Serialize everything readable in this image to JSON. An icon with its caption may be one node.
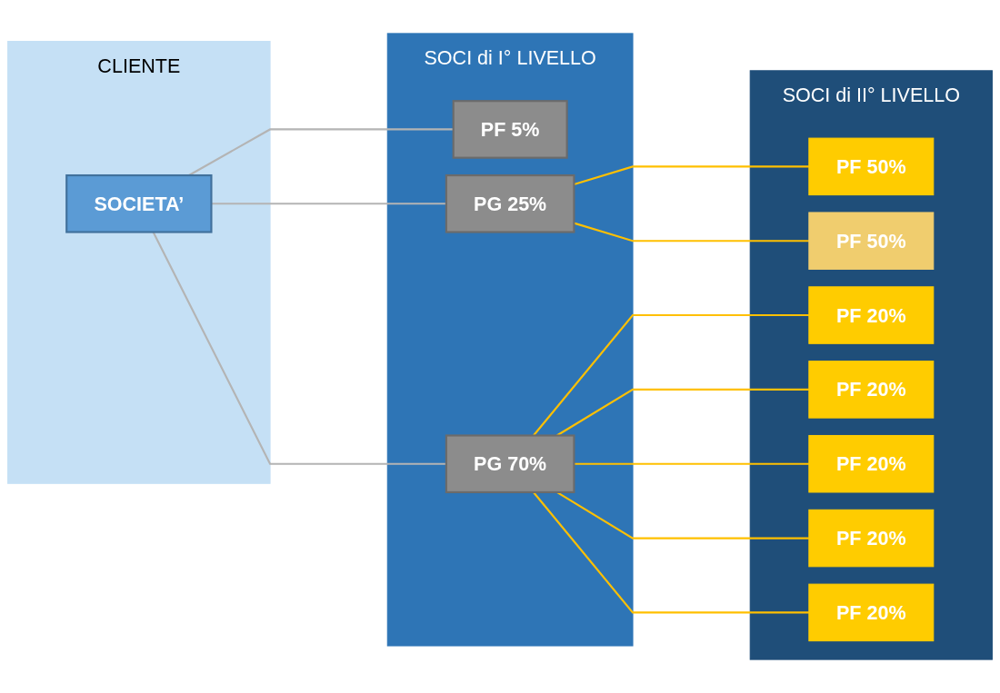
{
  "diagram": {
    "nodes": [
      {
        "text": [
          "CLIENTE"
        ]
      },
      {
        "text": [
          "SOCIETA’"
        ],
        "in": 0
      },
      {
        "text": [
          "SOCI di I° LIVELLO"
        ]
      },
      {
        "text": [
          "PF 5%"
        ],
        "in": 2
      },
      {
        "text": [
          "PG 25%"
        ],
        "in": 2
      },
      {
        "text": [
          "PG 70%"
        ],
        "in": 2
      },
      {
        "text": [
          "SOCI di II° LIVELLO"
        ]
      },
      {
        "text": [
          "PF 50%"
        ],
        "in": 6
      },
      {
        "text": [
          "PF 50%"
        ],
        "in": 6
      },
      {
        "text": [
          "PF 20%"
        ],
        "in": 6
      },
      {
        "text": [
          "PF 20%"
        ],
        "in": 6
      },
      {
        "text": [
          "PF 20%"
        ],
        "in": 6
      },
      {
        "text": [
          "PF 20%"
        ],
        "in": 6
      },
      {
        "text": [
          "PF 20%"
        ],
        "in": 6
      }
    ],
    "edges": [
      {
        "from": 1,
        "to": 3,
        "arrow": "none",
        "color": "#b4b4b4"
      },
      {
        "from": 1,
        "to": 4,
        "arrow": "none",
        "color": "#b4b4b4"
      },
      {
        "from": 1,
        "to": 5,
        "arrow": "none",
        "color": "#b4b4b4"
      },
      {
        "from": 4,
        "to": 7,
        "arrow": "none"
      },
      {
        "from": 4,
        "to": 8,
        "arrow": "none"
      },
      {
        "from": 5,
        "to": 9,
        "arrow": "none"
      },
      {
        "from": 5,
        "to": 10,
        "arrow": "none"
      },
      {
        "from": 5,
        "to": 11,
        "arrow": "none"
      },
      {
        "from": 5,
        "to": 12,
        "arrow": "none"
      },
      {
        "from": 5,
        "to": 13,
        "arrow": "none"
      }
    ]
  }
}
